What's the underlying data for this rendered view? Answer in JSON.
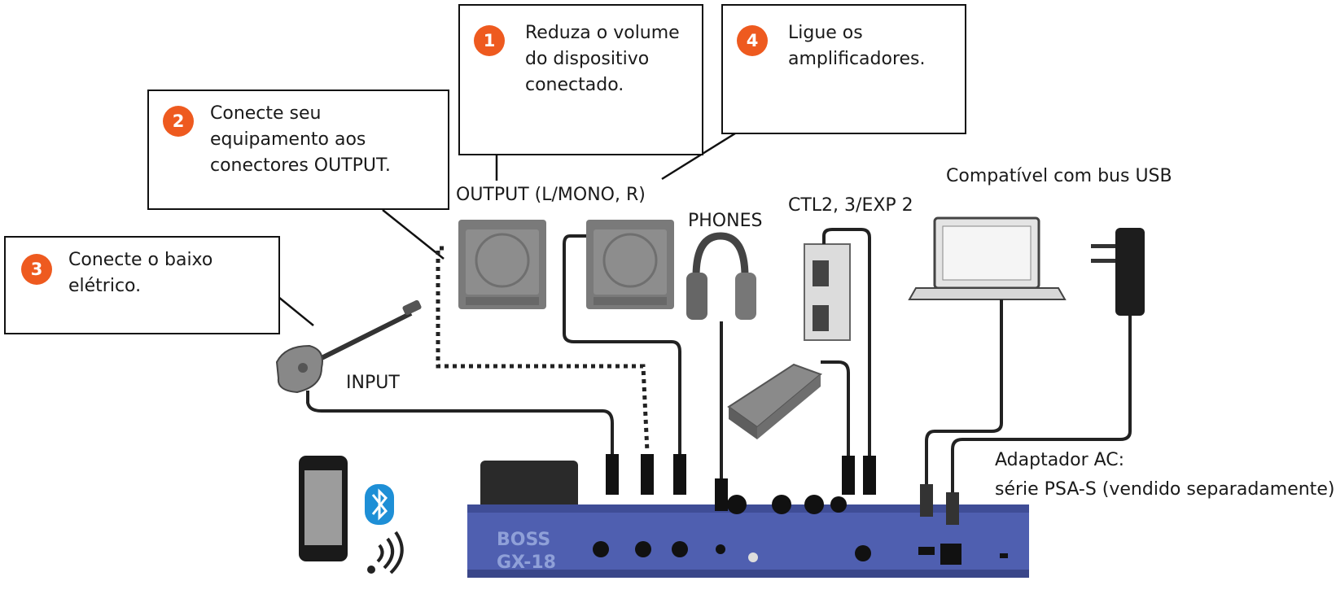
{
  "callouts": {
    "step1": {
      "number": "1",
      "text": "Reduza o volume\ndo dispositivo\nconectado."
    },
    "step2": {
      "number": "2",
      "text": "Conecte seu\nequipamento aos\nconectores OUTPUT."
    },
    "step3": {
      "number": "3",
      "text": "Conecte o baixo\nelétrico."
    },
    "step4": {
      "number": "4",
      "text": "Ligue os\namplificadores."
    }
  },
  "labels": {
    "output": "OUTPUT (L/MONO, R)",
    "phones": "PHONES",
    "ctl": "CTL2, 3/EXP 2",
    "usb": "Compatível com bus USB",
    "input": "INPUT",
    "adapter_line1": "Adaptador AC:",
    "adapter_line2": "série PSA-S (vendido separadamente)"
  },
  "device": {
    "brand": "BOSS",
    "model": "GX-18"
  },
  "colors": {
    "badge": "#ee5a1f",
    "device_blue": "#4f5fb0",
    "bluetooth": "#1e8fd6"
  }
}
